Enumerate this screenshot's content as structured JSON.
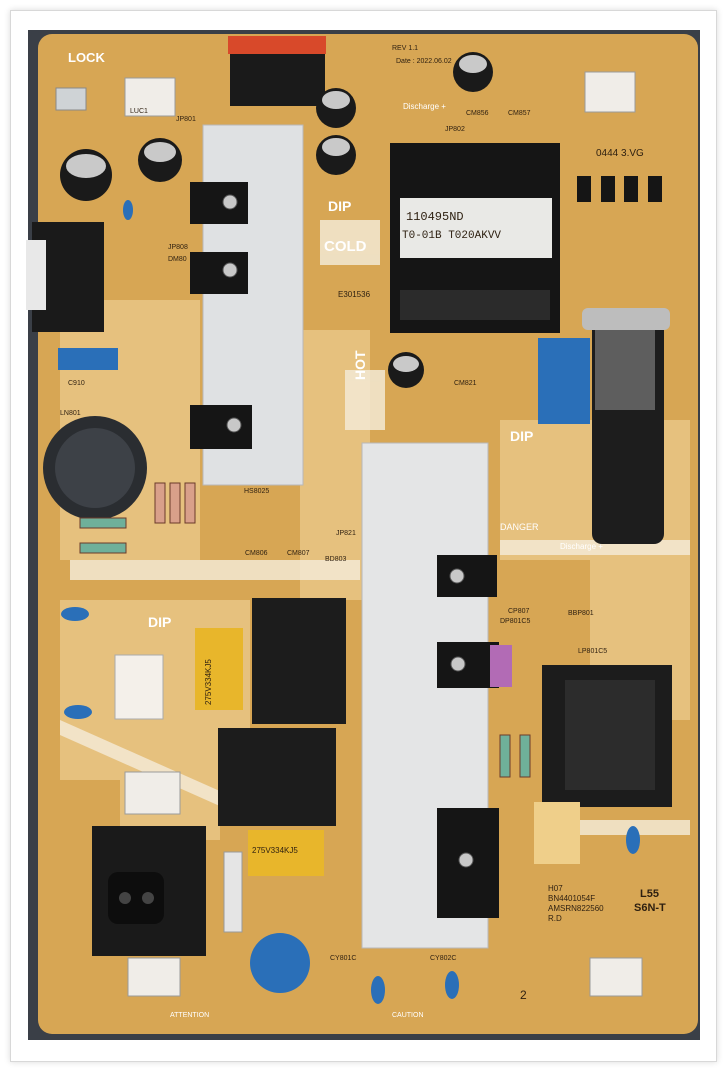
{
  "board": {
    "colors": {
      "pcb": "#d7a654",
      "trace": "#e8c483",
      "silk": "#f6efe2",
      "heatsink": "#dfe1e3",
      "black": "#1a1a1a",
      "blue_cap": "#2a6fb8",
      "yellow_cap": "#e8b62b"
    },
    "labels": {
      "lock": "LOCK",
      "transformer_line1": "110495ND",
      "transformer_line2": "T0-01B T020AKVV",
      "cold": "COLD",
      "hot": "HOT",
      "dip_top": "DIP",
      "dip_mid": "DIP",
      "dip_left": "DIP",
      "danger": "DANGER",
      "discharge_top": "Discharge +",
      "discharge_mid": "Discharge +",
      "cap_y_label": "275V334KJ5",
      "cap_y_label2": "275V334KJ5",
      "bottom_label1": "H07",
      "bottom_label2": "BN4401054F",
      "bottom_label3": "AMSRN822560",
      "bottom_label4": "R.D",
      "model_l55": "L55",
      "model_s6n": "S6N-T",
      "ul_mark": "E301536",
      "date": "Date : 2022.06.02",
      "rev": "REV 1.1",
      "attention": "ATTENTION",
      "caution": "CAUTION",
      "voltage_top": "0444 3.VG",
      "hs_label": "HS8025",
      "cy801": "CY801C",
      "cy802": "CY802C",
      "cm806": "CM806",
      "cm807": "CM807",
      "jp821": "JP821",
      "bd803": "BD803",
      "cp807": "CP807",
      "dp801c5": "DP801C5",
      "lp801c5": "LP801C5",
      "bd801": "BBP801",
      "jp802": "JP802",
      "cm856": "CM856",
      "cm857": "CM857",
      "luc1": "LUC1",
      "dm80": "DM80",
      "jp801": "JP801",
      "jp808": "JP808",
      "c910": "C910",
      "cm821": "CM821",
      "ln801": "LN801",
      "two": "2"
    }
  }
}
